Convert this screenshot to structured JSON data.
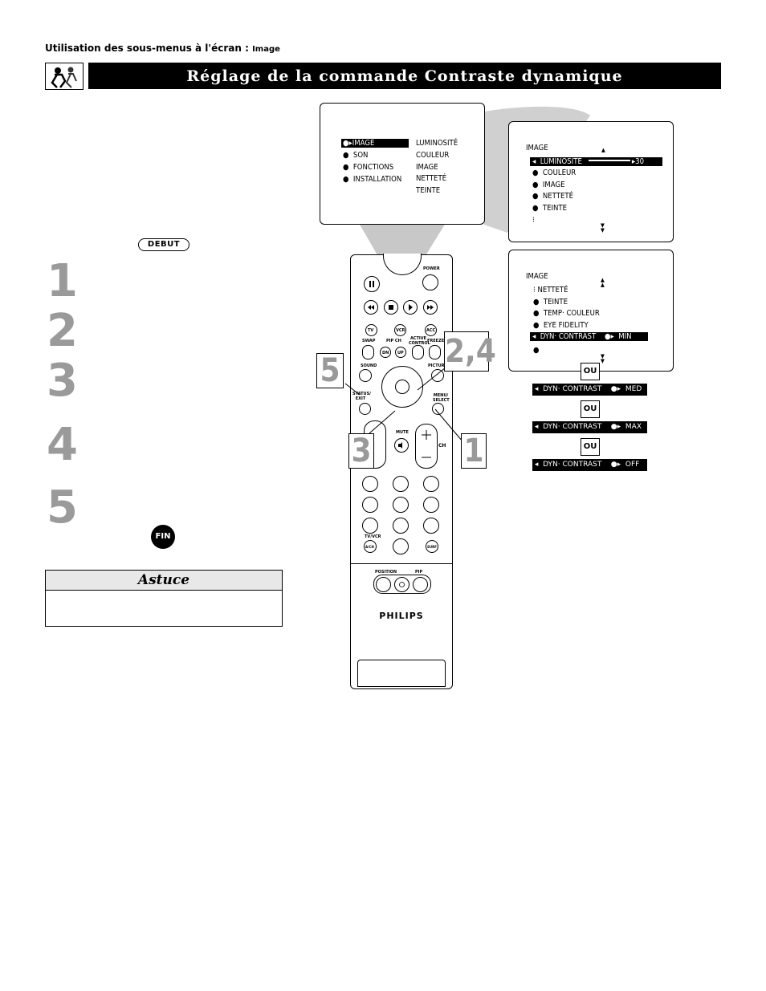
{
  "header": {
    "section": "Utilisation des sous-menus à l'écran :",
    "subsection": "Image"
  },
  "title": "Réglage de la commande Contraste dynamique",
  "debut_label": "DEBUT",
  "fin_label": "FIN",
  "steps": [
    "1",
    "2",
    "3",
    "4",
    "5"
  ],
  "tip_title": "Astuce",
  "main_menu": {
    "left": [
      "IMAGE",
      "SON",
      "FONCTIONS",
      "INSTALLATION"
    ],
    "right": [
      "LUMINOSITÉ",
      "COULEUR",
      "IMAGE",
      "NETTETÉ",
      "TEINTE"
    ]
  },
  "image_menu_1": {
    "title": "IMAGE",
    "items": [
      "LUMINOSITÉ",
      "COULEUR",
      "IMAGE",
      "NETTETÉ",
      "TEINTE"
    ],
    "luminosite_value": "30"
  },
  "image_menu_2": {
    "title": "IMAGE",
    "items": [
      "NETTETÉ",
      "TEINTE",
      "TEMP· COULEUR",
      "EYE FIDELITY"
    ],
    "selected_label": "DYN· CONTRAST",
    "selected_value": "MIN"
  },
  "options": [
    {
      "label": "DYN· CONTRAST",
      "value": "MED"
    },
    {
      "label": "DYN· CONTRAST",
      "value": "MAX"
    },
    {
      "label": "DYN· CONTRAST",
      "value": "OFF"
    }
  ],
  "ou_label": "OU",
  "callouts": {
    "c5": "5",
    "c24": "2,4",
    "c3": "3",
    "c1": "1"
  },
  "remote": {
    "brand": "PHILIPS",
    "power": "POWER",
    "tv": "TV",
    "vcr": "VCR",
    "acc": "ACC",
    "swap": "SWAP",
    "pipch": "PIP CH",
    "dn": "DN",
    "up": "UP",
    "active_control": "ACTIVE CONTROL",
    "freeze": "FREEZE",
    "sound": "SOUND",
    "picture": "PICTURE",
    "status_exit": "STATUS/ EXIT",
    "menu_select": "MENU/ SELECT",
    "mute": "MUTE",
    "ch": "CH",
    "tv_vcr": "TV/VCR",
    "avcr": "A/CH",
    "surf": "SURF",
    "position": "POSITION",
    "pip": "PIP"
  },
  "colors": {
    "title_bg": "#000000",
    "step_gray": "#9a9a9a",
    "callout_gray": "#999999",
    "beam": "#c8c8c8"
  }
}
